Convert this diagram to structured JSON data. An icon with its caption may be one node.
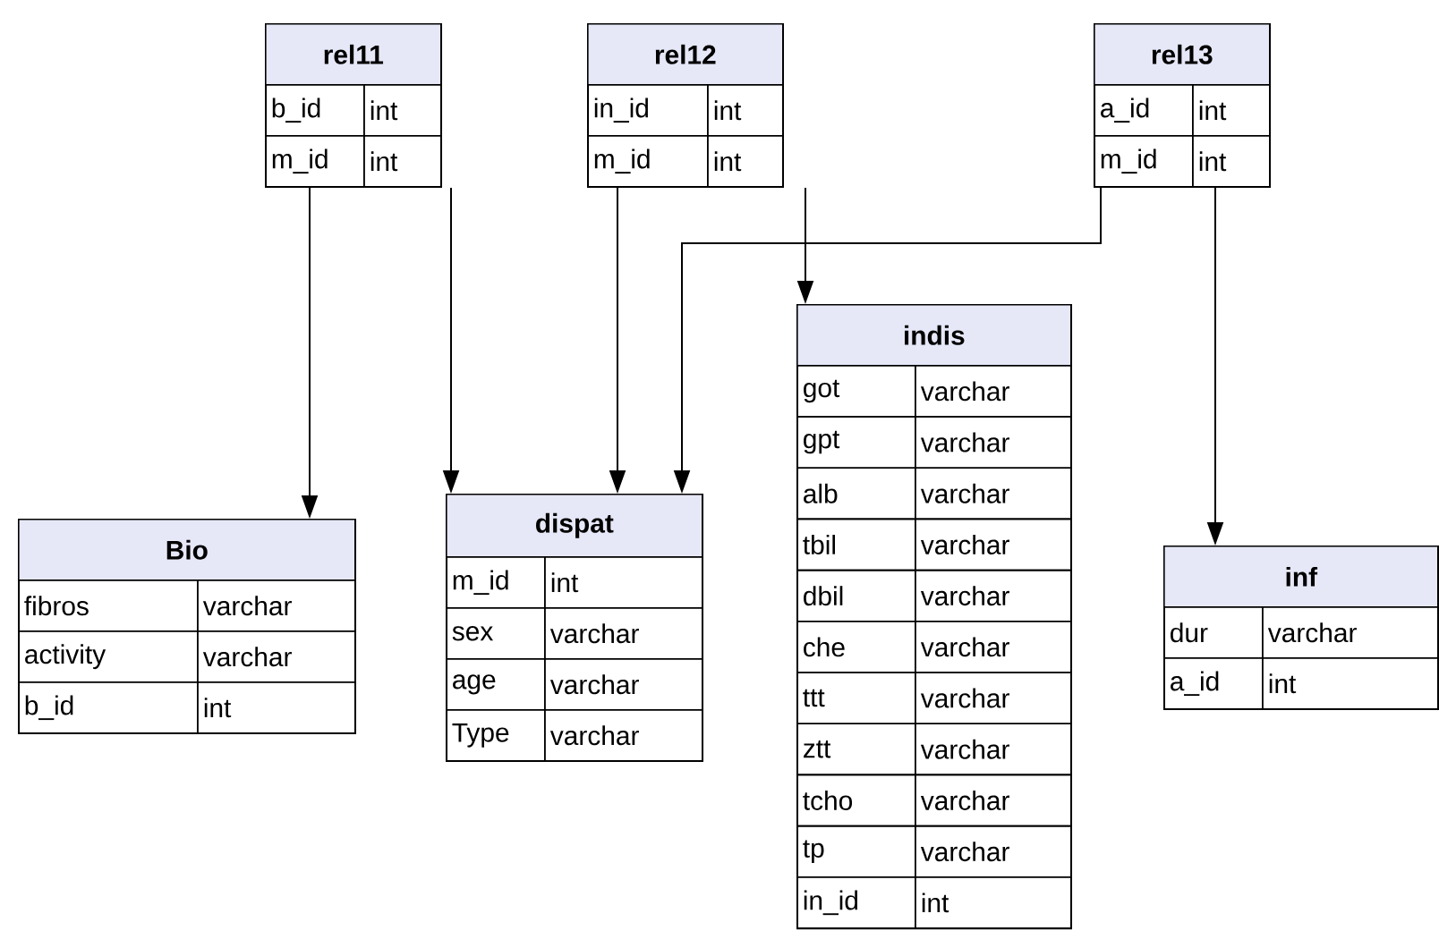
{
  "diagram": {
    "nodes": [
      {
        "text": [
          "rel11",
          "b_id",
          "int",
          "m_id",
          "int"
        ]
      },
      {
        "text": [
          "rel12",
          "in_id",
          "int",
          "m_id",
          "int"
        ]
      },
      {
        "text": [
          "rel13",
          "a_id",
          "int",
          "m_id",
          "int"
        ]
      },
      {
        "text": [
          "indis",
          "got",
          "varchar",
          "gpt",
          "varchar",
          "alb",
          "varchar",
          "tbil",
          "varchar",
          "dbil",
          "varchar",
          "che",
          "varchar",
          "ttt",
          "varchar",
          "ztt",
          "varchar",
          "tcho",
          "varchar",
          "tp",
          "varchar",
          "in_id",
          "int"
        ]
      },
      {
        "text": [
          "Bio",
          "fibros",
          "varchar",
          "activity",
          "varchar",
          "b_id",
          "int"
        ]
      },
      {
        "text": [
          "dispat",
          "m_id",
          "int",
          "sex",
          "varchar",
          "age",
          "varchar",
          "Type",
          "varchar"
        ]
      },
      {
        "text": [
          "inf",
          "dur",
          "varchar",
          "a_id",
          "int"
        ]
      }
    ],
    "edges": [
      {
        "from": 0,
        "to": 4,
        "arrow": "to"
      },
      {
        "from": 0,
        "to": 5,
        "arrow": "to"
      },
      {
        "from": 1,
        "to": 5,
        "arrow": "to"
      },
      {
        "from": 1,
        "to": 3,
        "arrow": "to"
      },
      {
        "from": 2,
        "to": 5,
        "arrow": "to"
      },
      {
        "from": 2,
        "to": 6,
        "arrow": "to"
      }
    ]
  }
}
